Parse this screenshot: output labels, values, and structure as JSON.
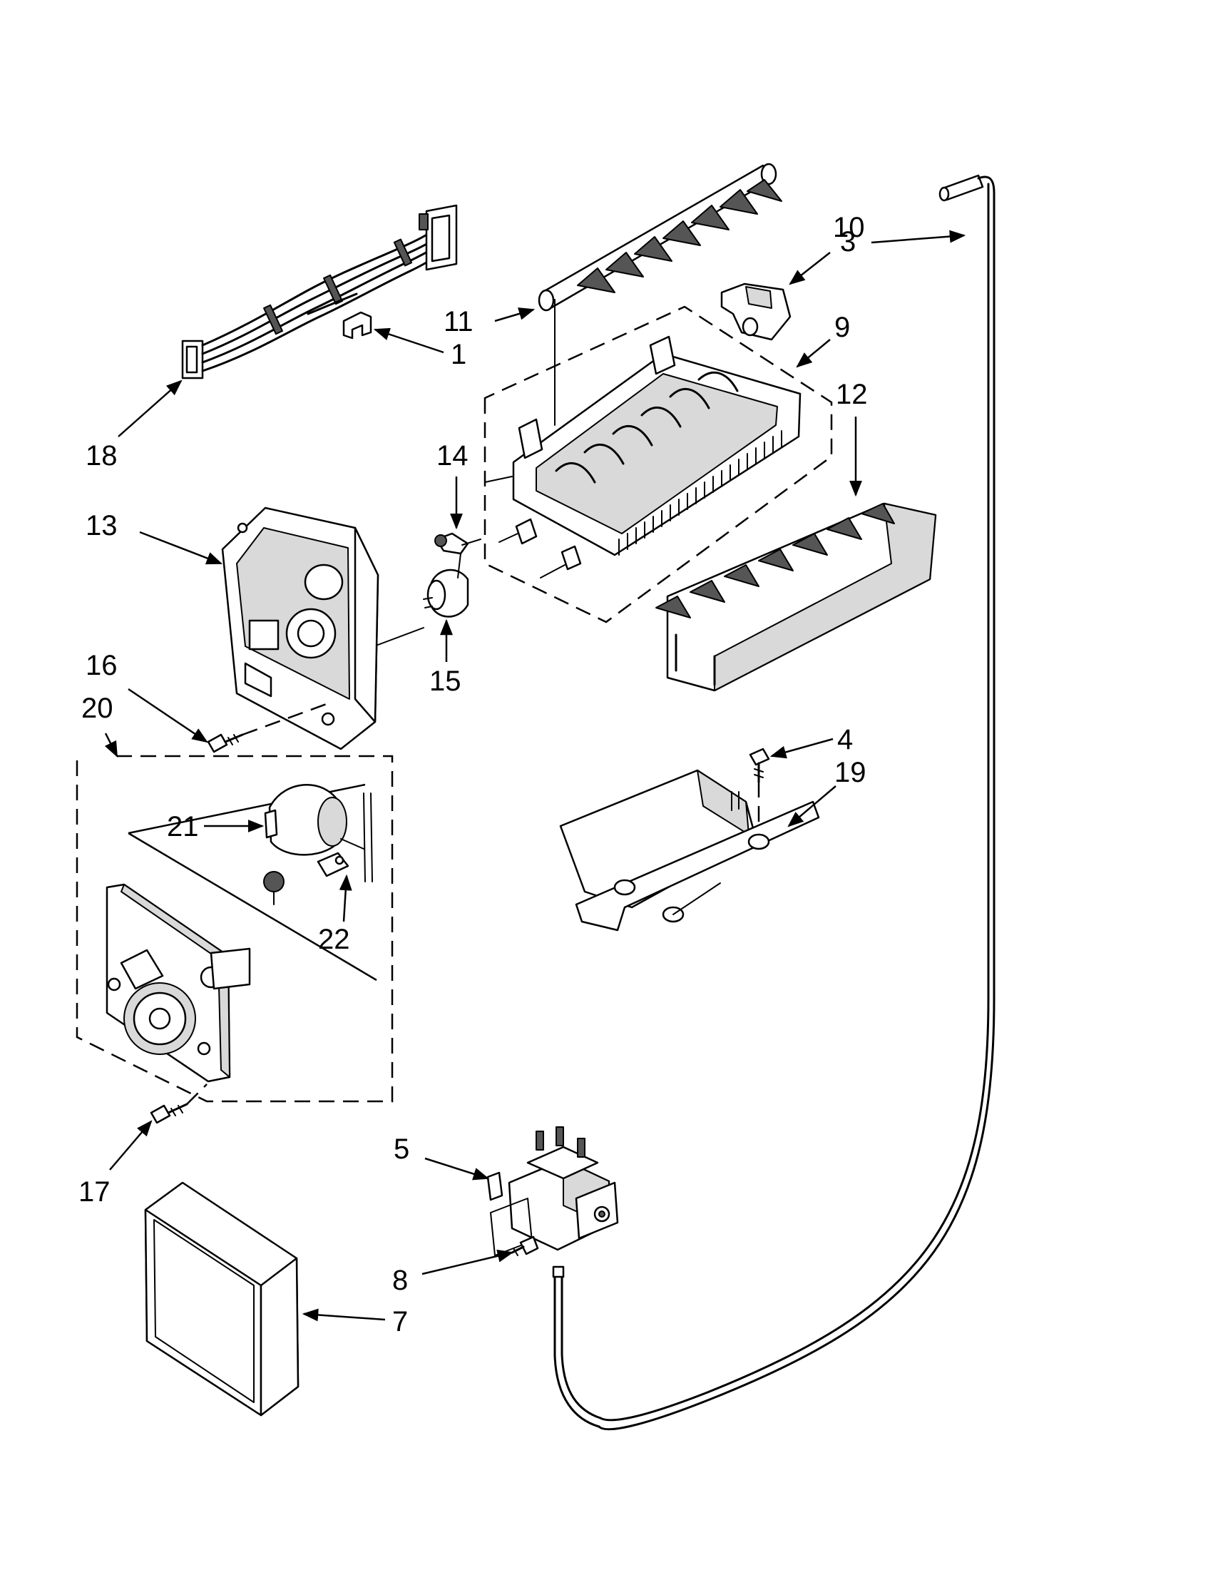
{
  "callouts": [
    {
      "id": "1",
      "label": "1"
    },
    {
      "id": "3",
      "label": "3"
    },
    {
      "id": "4",
      "label": "4"
    },
    {
      "id": "5",
      "label": "5"
    },
    {
      "id": "7",
      "label": "7"
    },
    {
      "id": "8",
      "label": "8"
    },
    {
      "id": "9",
      "label": "9"
    },
    {
      "id": "10",
      "label": "10"
    },
    {
      "id": "11",
      "label": "11"
    },
    {
      "id": "12",
      "label": "12"
    },
    {
      "id": "13",
      "label": "13"
    },
    {
      "id": "14",
      "label": "14"
    },
    {
      "id": "15",
      "label": "15"
    },
    {
      "id": "16",
      "label": "16"
    },
    {
      "id": "17",
      "label": "17"
    },
    {
      "id": "18",
      "label": "18"
    },
    {
      "id": "19",
      "label": "19"
    },
    {
      "id": "20",
      "label": "20"
    },
    {
      "id": "21",
      "label": "21"
    },
    {
      "id": "22",
      "label": "22"
    }
  ],
  "colors": {
    "line": "#000000",
    "background": "#ffffff",
    "shade": "#d9d9d9",
    "dark": "#555555"
  }
}
